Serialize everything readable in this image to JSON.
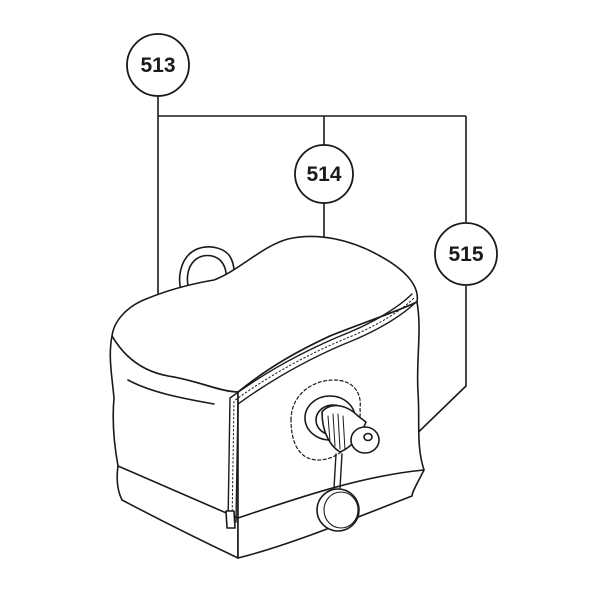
{
  "callouts": {
    "part_513": {
      "label": "513"
    },
    "part_514": {
      "label": "514"
    },
    "part_515": {
      "label": "515"
    }
  },
  "colors": {
    "line": "#1a1a1a",
    "fill": "#ffffff"
  }
}
